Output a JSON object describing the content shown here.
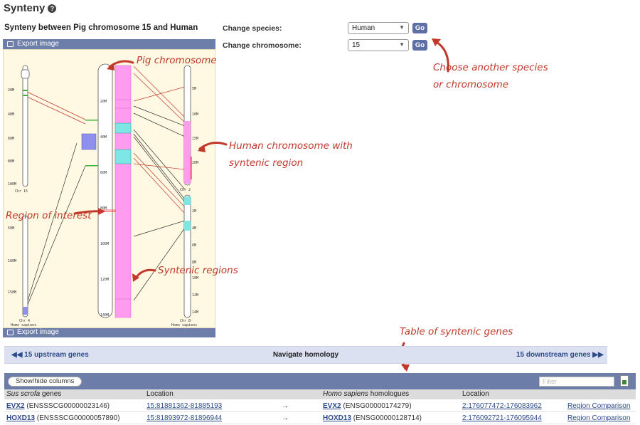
{
  "page": {
    "title": "Synteny",
    "subtitle": "Synteny between Pig chromosome 15 and Human"
  },
  "controls": {
    "species_label": "Change species:",
    "species_value": "Human",
    "chromosome_label": "Change chromosome:",
    "chromosome_value": "15",
    "go_label": "Go"
  },
  "image_panel": {
    "export_label": "Export image",
    "left_chr_labels": [
      "Chr 15",
      "Chr 4",
      "Homo sapiens"
    ],
    "left_ticks_top": [
      "20M",
      "40M",
      "60M",
      "80M",
      "100M"
    ],
    "left_ticks_bottom": [
      "50M",
      "100M",
      "150M"
    ],
    "mid_ticks": [
      "20M",
      "40M",
      "60M",
      "80M",
      "100M",
      "120M",
      "140M"
    ],
    "right_ticks_top": [
      "5M",
      "10M",
      "15M",
      "20M"
    ],
    "right_ticks_bottom": [
      "2M",
      "4M",
      "6M",
      "8M",
      "10M",
      "12M",
      "14M"
    ],
    "right_chr_labels": [
      "Chr 2",
      "Chr 8",
      "Homo sapiens"
    ]
  },
  "annotations": {
    "pig_chromosome": "Pig chromosome",
    "choose_species_1": "Choose another species",
    "choose_species_2": "or chromosome",
    "human_chr_1": "Human chromosome with",
    "human_chr_2": "syntenic region",
    "region_of_interest": "Region of interest",
    "syntenic_regions": "Syntenic regions",
    "table_genes": "Table of syntenic genes"
  },
  "navigation": {
    "upstream": "15 upstream genes",
    "center": "Navigate homology",
    "downstream": "15 downstream genes"
  },
  "table": {
    "showhide_label": "Show/hide columns",
    "filter_placeholder": "Filter",
    "headers": {
      "species1": "Sus scrofa",
      "species1_suffix": " genes",
      "location": "Location",
      "species2": "Homo sapiens",
      "species2_suffix": " homologues",
      "location2": "Location"
    },
    "rows": [
      {
        "gene": "EVX2",
        "gene_id": "(ENSSSCG00000023146)",
        "location": "15:81881362-81885193",
        "arrow": "→",
        "homolog": "EVX2",
        "homolog_id": "(ENSG00000174279)",
        "homolog_location": "2:176077472-176083962",
        "action": "Region Comparison"
      },
      {
        "gene": "HOXD13",
        "gene_id": "(ENSSSCG00000057890)",
        "location": "15:81893972-81896944",
        "arrow": "→",
        "homolog": "HOXD13",
        "homolog_id": "(ENSG00000128714)",
        "homolog_location": "2:176092721-176095944",
        "action": "Region Comparison"
      }
    ]
  },
  "colors": {
    "annotation_red": "#c0392b",
    "export_bar": "#6c7ea9",
    "synteny_pink": "#ff9cf0",
    "synteny_cyan": "#7fe6e6",
    "synteny_blue": "#8f8ff0",
    "synteny_green": "#3cb43c"
  }
}
